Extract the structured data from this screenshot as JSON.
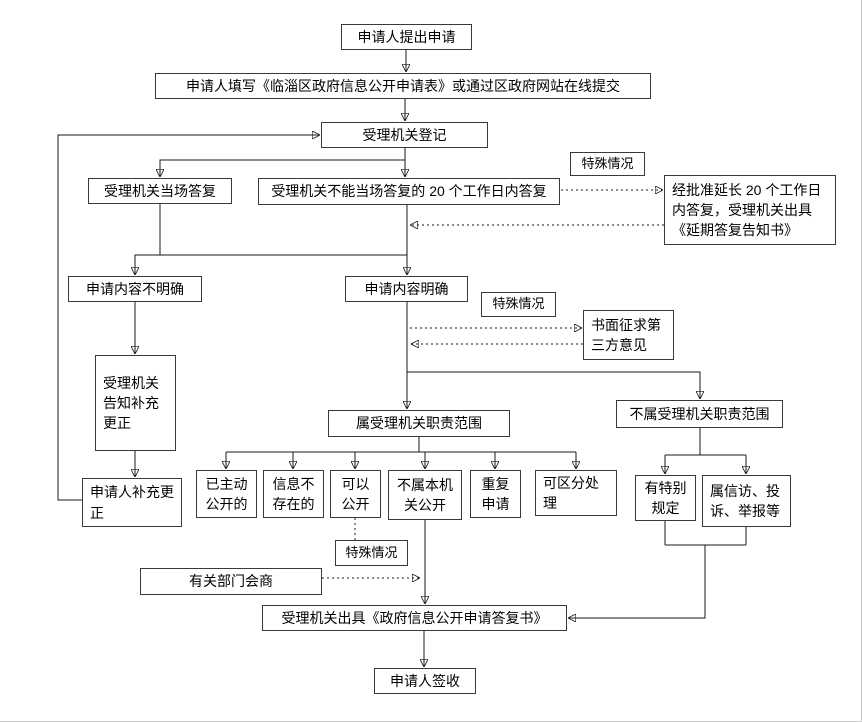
{
  "colors": {
    "background": "#ffffff",
    "box_border": "#3a3a3a",
    "line": "#1a1a1a",
    "page_edge": "#cccccc"
  },
  "nodes": {
    "apply": "申请人提出申请",
    "fill_form": "申请人填写《临淄区政府信息公开申请表》或通过区政府网站在线提交",
    "register": "受理机关登记",
    "onspot_reply": "受理机关当场答复",
    "reply_20days": "受理机关不能当场答复的 20 个工作日内答复",
    "special_case_1": "特殊情况",
    "extend_reply": "经批准延长 20 个工作日内答复，受理机关出具《延期答复告知书》",
    "content_unclear": "申请内容不明确",
    "content_clear": "申请内容明确",
    "special_case_2": "特殊情况",
    "third_party": "书面征求第三方意见",
    "notify_supplement": "受理机关告知补充更正",
    "applicant_supplement": "申请人补充更正",
    "in_scope": "属受理机关职责范围",
    "out_scope": "不属受理机关职责范围",
    "already_public": "已主动公开的",
    "info_not_exist": "信息不存在的",
    "can_public": "可以公开",
    "not_this_org": "不属本机关公开",
    "repeat_apply": "重复申请",
    "separable": "可区分处理",
    "special_rule": "有特别规定",
    "petition": "属信访、投诉、举报等",
    "special_case_3": "特殊情况",
    "consult": "有关部门会商",
    "reply_doc": "受理机关出具《政府信息公开申请答复书》",
    "sign": "申请人签收"
  }
}
